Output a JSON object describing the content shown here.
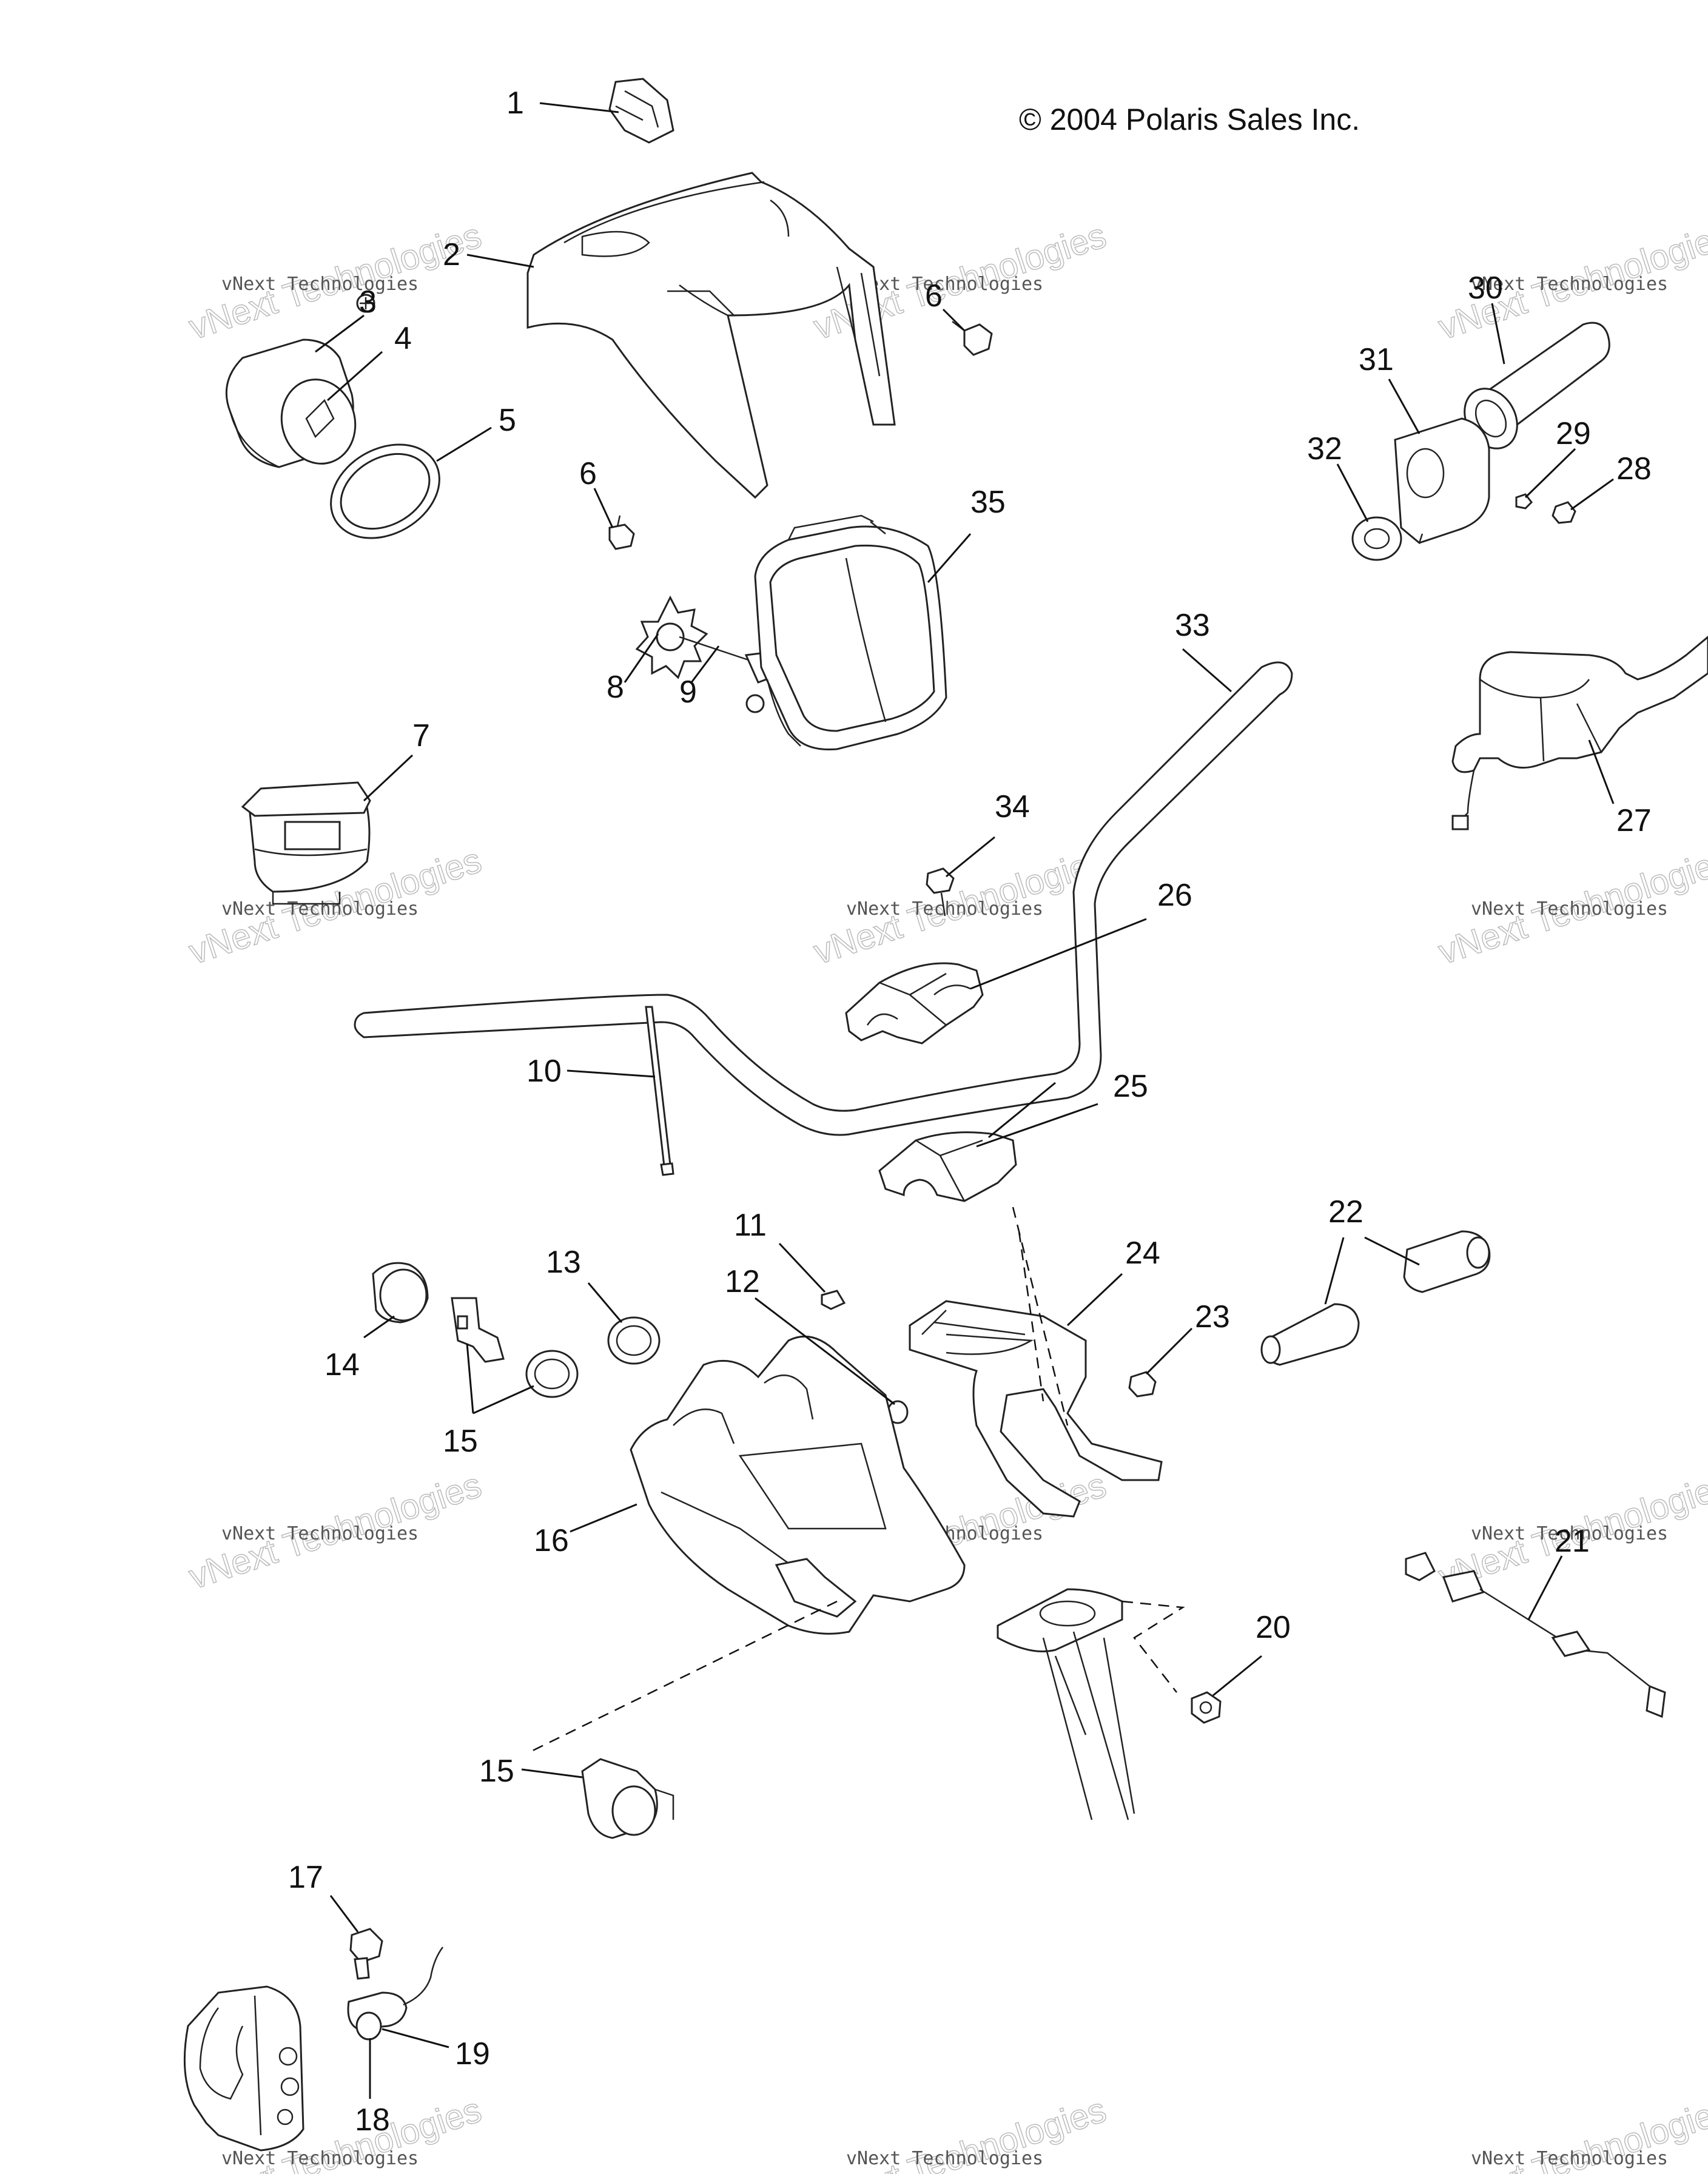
{
  "copyright": "© 2004 Polaris Sales Inc.",
  "watermark": {
    "line1": "vNext Technologies",
    "line2": "vNext Technologies"
  },
  "callouts": [
    {
      "id": "c1",
      "label": "1"
    },
    {
      "id": "c2",
      "label": "2"
    },
    {
      "id": "c3",
      "label": "3"
    },
    {
      "id": "c4",
      "label": "4"
    },
    {
      "id": "c5",
      "label": "5"
    },
    {
      "id": "c6a",
      "label": "6"
    },
    {
      "id": "c6b",
      "label": "6"
    },
    {
      "id": "c7",
      "label": "7"
    },
    {
      "id": "c8",
      "label": "8"
    },
    {
      "id": "c9",
      "label": "9"
    },
    {
      "id": "c10",
      "label": "10"
    },
    {
      "id": "c11",
      "label": "11"
    },
    {
      "id": "c12",
      "label": "12"
    },
    {
      "id": "c13",
      "label": "13"
    },
    {
      "id": "c14",
      "label": "14"
    },
    {
      "id": "c15a",
      "label": "15"
    },
    {
      "id": "c15b",
      "label": "15"
    },
    {
      "id": "c16",
      "label": "16"
    },
    {
      "id": "c17",
      "label": "17"
    },
    {
      "id": "c18",
      "label": "18"
    },
    {
      "id": "c19",
      "label": "19"
    },
    {
      "id": "c20",
      "label": "20"
    },
    {
      "id": "c21",
      "label": "21"
    },
    {
      "id": "c22",
      "label": "22"
    },
    {
      "id": "c23",
      "label": "23"
    },
    {
      "id": "c24",
      "label": "24"
    },
    {
      "id": "c25",
      "label": "25"
    },
    {
      "id": "c26",
      "label": "26"
    },
    {
      "id": "c27",
      "label": "27"
    },
    {
      "id": "c28",
      "label": "28"
    },
    {
      "id": "c29",
      "label": "29"
    },
    {
      "id": "c30",
      "label": "30"
    },
    {
      "id": "c31",
      "label": "31"
    },
    {
      "id": "c32",
      "label": "32"
    },
    {
      "id": "c33",
      "label": "33"
    },
    {
      "id": "c34",
      "label": "34"
    },
    {
      "id": "c35",
      "label": "35"
    }
  ]
}
